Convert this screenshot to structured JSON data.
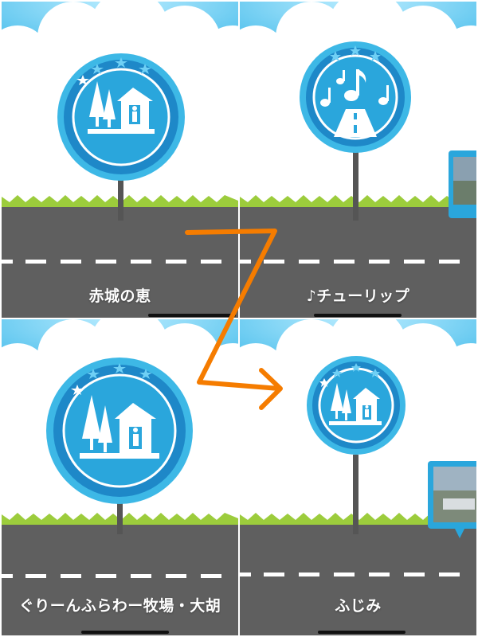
{
  "panels": [
    {
      "label": "赤城の恵",
      "icon": "roadside-station-icon"
    },
    {
      "label": "♪チューリップ",
      "icon": "melody-road-icon"
    },
    {
      "label": "ぐりーんふらわー牧場・大胡",
      "icon": "roadside-station-icon"
    },
    {
      "label": "ふじみ",
      "icon": "roadside-station-icon"
    }
  ],
  "colors": {
    "sky": "#4fc3ec",
    "sign_blue": "#1e88c8",
    "sign_light": "#3db8e6",
    "road": "#5e5e5e",
    "grass": "#9ccc3c",
    "arrow": "#f57c00"
  }
}
